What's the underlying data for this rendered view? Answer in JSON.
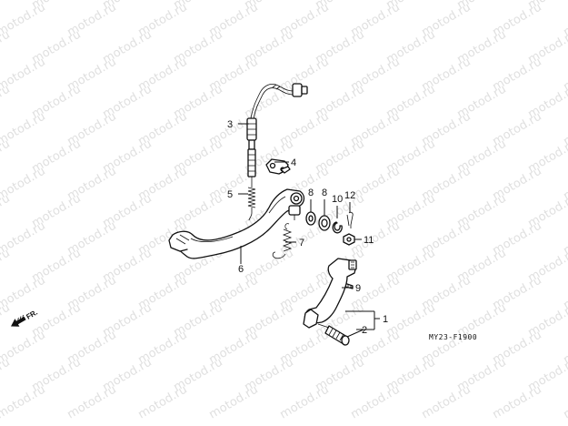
{
  "watermark": {
    "text": "motod.ru"
  },
  "diagram_code": "MY23-F1900",
  "direction_label": "FR.",
  "callouts": [
    "1",
    "2",
    "3",
    "4",
    "5",
    "6",
    "7",
    "8",
    "8",
    "9",
    "10",
    "11",
    "12"
  ]
}
